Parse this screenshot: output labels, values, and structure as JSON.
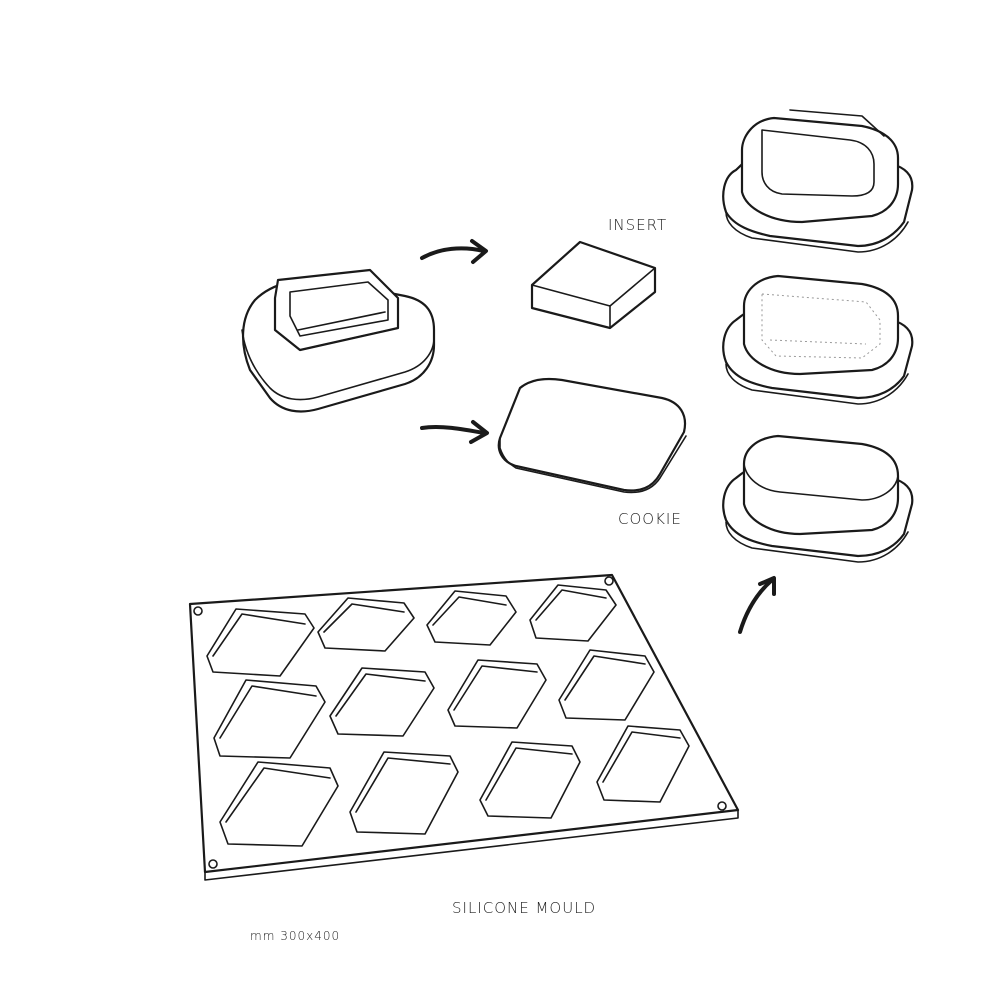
{
  "labels": {
    "insert": "INSERT",
    "cookie": "COOKIE",
    "mould": "SILICONE MOULD",
    "size": "mm 300x400"
  },
  "colors": {
    "line": "#1a1a1a",
    "background": "#ffffff"
  },
  "mould": {
    "cavity_rows": 3,
    "cavity_columns": 4
  }
}
